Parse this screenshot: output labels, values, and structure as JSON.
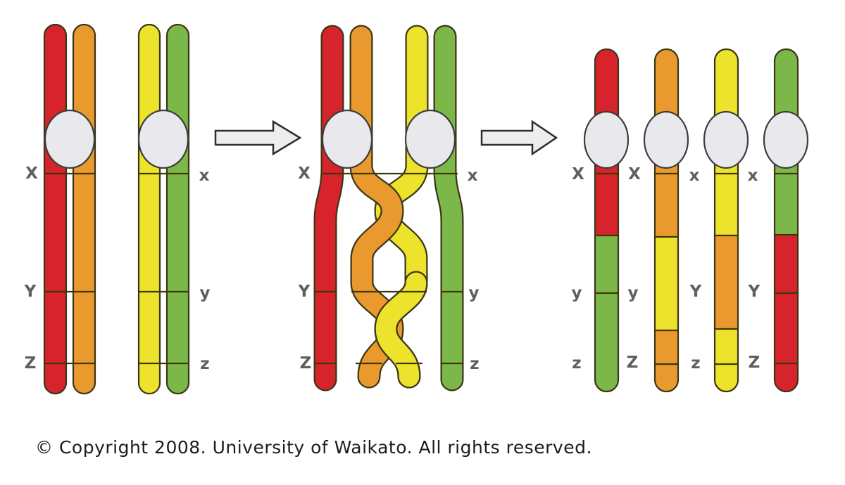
{
  "diagram_title": "crossing-over-of-chromatids",
  "colors": {
    "red": "#d7232b",
    "orange": "#e9992d",
    "yellow": "#ede32c",
    "green": "#7cb849",
    "outline": "#3c3618",
    "band_line": "#403708",
    "centromere_fill": "#e9e8ed",
    "centromere_stroke": "#3d3d3d",
    "label": "#60605a",
    "arrow_fill": "#ededed",
    "arrow_stroke": "#2d2d2d",
    "text": "#1c1c1c",
    "background": "#ffffff"
  },
  "panel_before": {
    "description": "two homologous chromosomes, each of two sister chromatids",
    "left_labels": [
      "X",
      "Y",
      "Z"
    ],
    "right_labels": [
      "x",
      "y",
      "z"
    ]
  },
  "panel_during": {
    "description": "non-sister chromatids intertwine and cross over",
    "left_labels": [
      "X",
      "Y",
      "Z"
    ],
    "right_labels": [
      "x",
      "y",
      "z"
    ]
  },
  "panel_after": {
    "description": "four chromatids after recombination",
    "top_labels": [
      "X",
      "X",
      "x",
      "x"
    ],
    "middle_labels": [
      "y",
      "y",
      "Y",
      "Y"
    ],
    "bottom_labels": [
      "z",
      "Z",
      "z",
      "Z"
    ]
  },
  "footer": {
    "copyright": "© Copyright 2008. University of Waikato. All rights reserved."
  }
}
